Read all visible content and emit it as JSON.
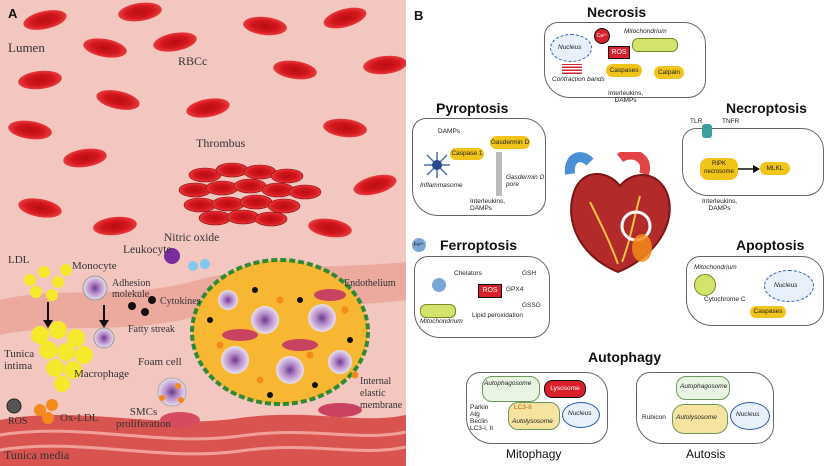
{
  "panelA": {
    "panel_label": "A",
    "labels": {
      "lumen": "Lumen",
      "rbcs": "RBCc",
      "thrombus": "Thrombus",
      "ldl": "LDL",
      "monocyte": "Monocyte",
      "adhesion": "Adhesion\nmolekule",
      "leukocyte": "Leukocyte",
      "nitric_oxide": "Nitric oxide",
      "cytokines": "Cytokines",
      "fatty_streak": "Fatty streak",
      "endothelium": "Endothelium",
      "tunica_intima": "Tunica\nintima",
      "macrophage": "Macrophage",
      "foam_cell": "Foam cell",
      "smcs": "SMCs\nproliferation",
      "internal_elastic": "Internal\nelastic\nmembrane",
      "ros": "ROS",
      "ox_ldl": "Ox-LDL",
      "tunica_media": "Tunica media"
    },
    "colors": {
      "background": "#f3c6c0",
      "rbc": "#d3161d",
      "ldl": "#f6e92b",
      "media": "#d9534f",
      "plaque": "#f7b733"
    }
  },
  "panelB": {
    "panel_label": "B",
    "necrosis": {
      "title": "Necrosis",
      "nucleus": "Nucleus",
      "ca": "Ca²⁺",
      "mitochondrium": "Mitochondrium",
      "ros": "ROS",
      "contraction": "Contraction bands",
      "caspases": "Caspases",
      "calpain": "Calpain",
      "interleukins": "Interleukins,\nDAMPs"
    },
    "pyroptosis": {
      "title": "Pyroptosis",
      "damps": "DAMPs",
      "gasdermin": "Gasdermin D",
      "caspase1": "Caspase 1",
      "inflammasome": "Inflammasome",
      "pore": "Gasdermin D\npore",
      "interleukins": "Interleukins,\nDAMPs"
    },
    "necroptosis": {
      "title": "Necroptosis",
      "tlr": "TLR",
      "tnfr": "TNFR",
      "ripk": "RIPK\nnecrosome",
      "mlkl": "MLKL",
      "interleukins": "Interleukins,\nDAMPs"
    },
    "ferroptosis": {
      "title": "Ferroptosis",
      "fe": "Fe²⁺",
      "chelators": "Chelators",
      "gsh": "GSH",
      "ros": "ROS",
      "gpx4": "GPX4",
      "gssg": "GSSG",
      "mitochondrium": "Mitochondrium",
      "lipid": "Lipid peroxidation"
    },
    "apoptosis": {
      "title": "Apoptosis",
      "mitochondrium": "Mitochondrium",
      "nucleus": "Nucleus",
      "cytochrome": "Cytochrome C",
      "caspases": "Caspases"
    },
    "autophagy": {
      "title": "Autophagy",
      "autophagosome": "Autophagosome",
      "lysosome": "Lysosome",
      "parkin_list": "Parkin\nAtg\nBeclin\nLC3-I, II",
      "lc3": "LC3-II",
      "autolysosome": "Autolysosome",
      "nucleus": "Nucleus",
      "mitophagy": "Mitophagy",
      "rubicon": "Rubicon",
      "autophagosome2": "Autophagosome",
      "autolysosome2": "Autolysosome",
      "nucleus2": "Nucleus",
      "autosis": "Autosis"
    },
    "colors": {
      "caspase": "#f0c419",
      "ros": "#d8202a",
      "cell_border": "#666666"
    }
  }
}
